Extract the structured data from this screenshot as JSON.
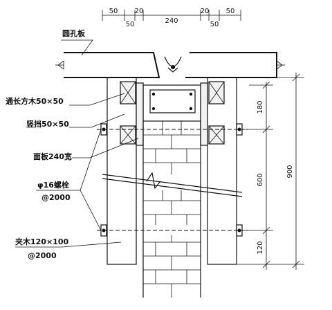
{
  "labels": {
    "hollow_slab": "圆孔板",
    "long_batten": "通长方木50×50",
    "vertical_stop": "竖挡50×50",
    "face_board": "面板240宽",
    "bolt_line1": "φ16螺栓",
    "bolt_line2": "@2000",
    "clamp_wood_line1": "夹木120×100",
    "clamp_wood_line2": "@2000"
  },
  "dimensions": {
    "top": [
      "50",
      "20",
      "50",
      "240",
      "20",
      "50",
      "50"
    ],
    "right": [
      "180",
      "600",
      "120",
      "900"
    ]
  }
}
